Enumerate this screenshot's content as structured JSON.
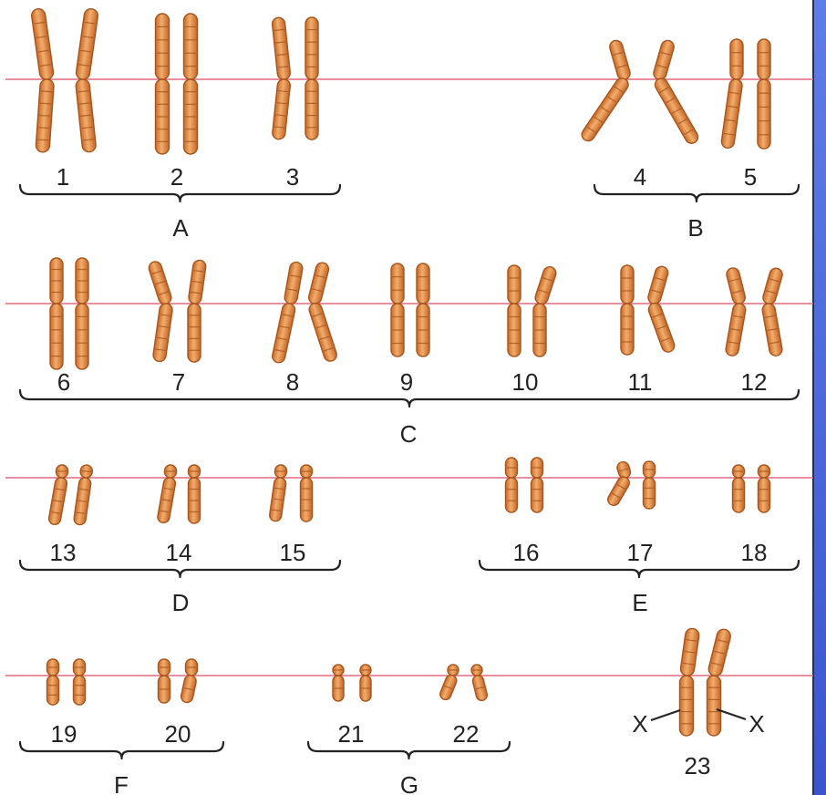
{
  "colors": {
    "chromosome": "#e39a57",
    "chromosome_edge": "#a6541a",
    "centromere_line": "#e26a7e",
    "side_panel": "#4f6fe0"
  },
  "chromosome_labels": [
    "1",
    "2",
    "3",
    "4",
    "5",
    "6",
    "7",
    "8",
    "9",
    "10",
    "11",
    "12",
    "13",
    "14",
    "15",
    "16",
    "17",
    "18",
    "19",
    "20",
    "21",
    "22",
    "23"
  ],
  "groups": [
    "A",
    "B",
    "C",
    "D",
    "E",
    "F",
    "G"
  ],
  "sex_chromosome_labels": [
    "X",
    "X"
  ]
}
